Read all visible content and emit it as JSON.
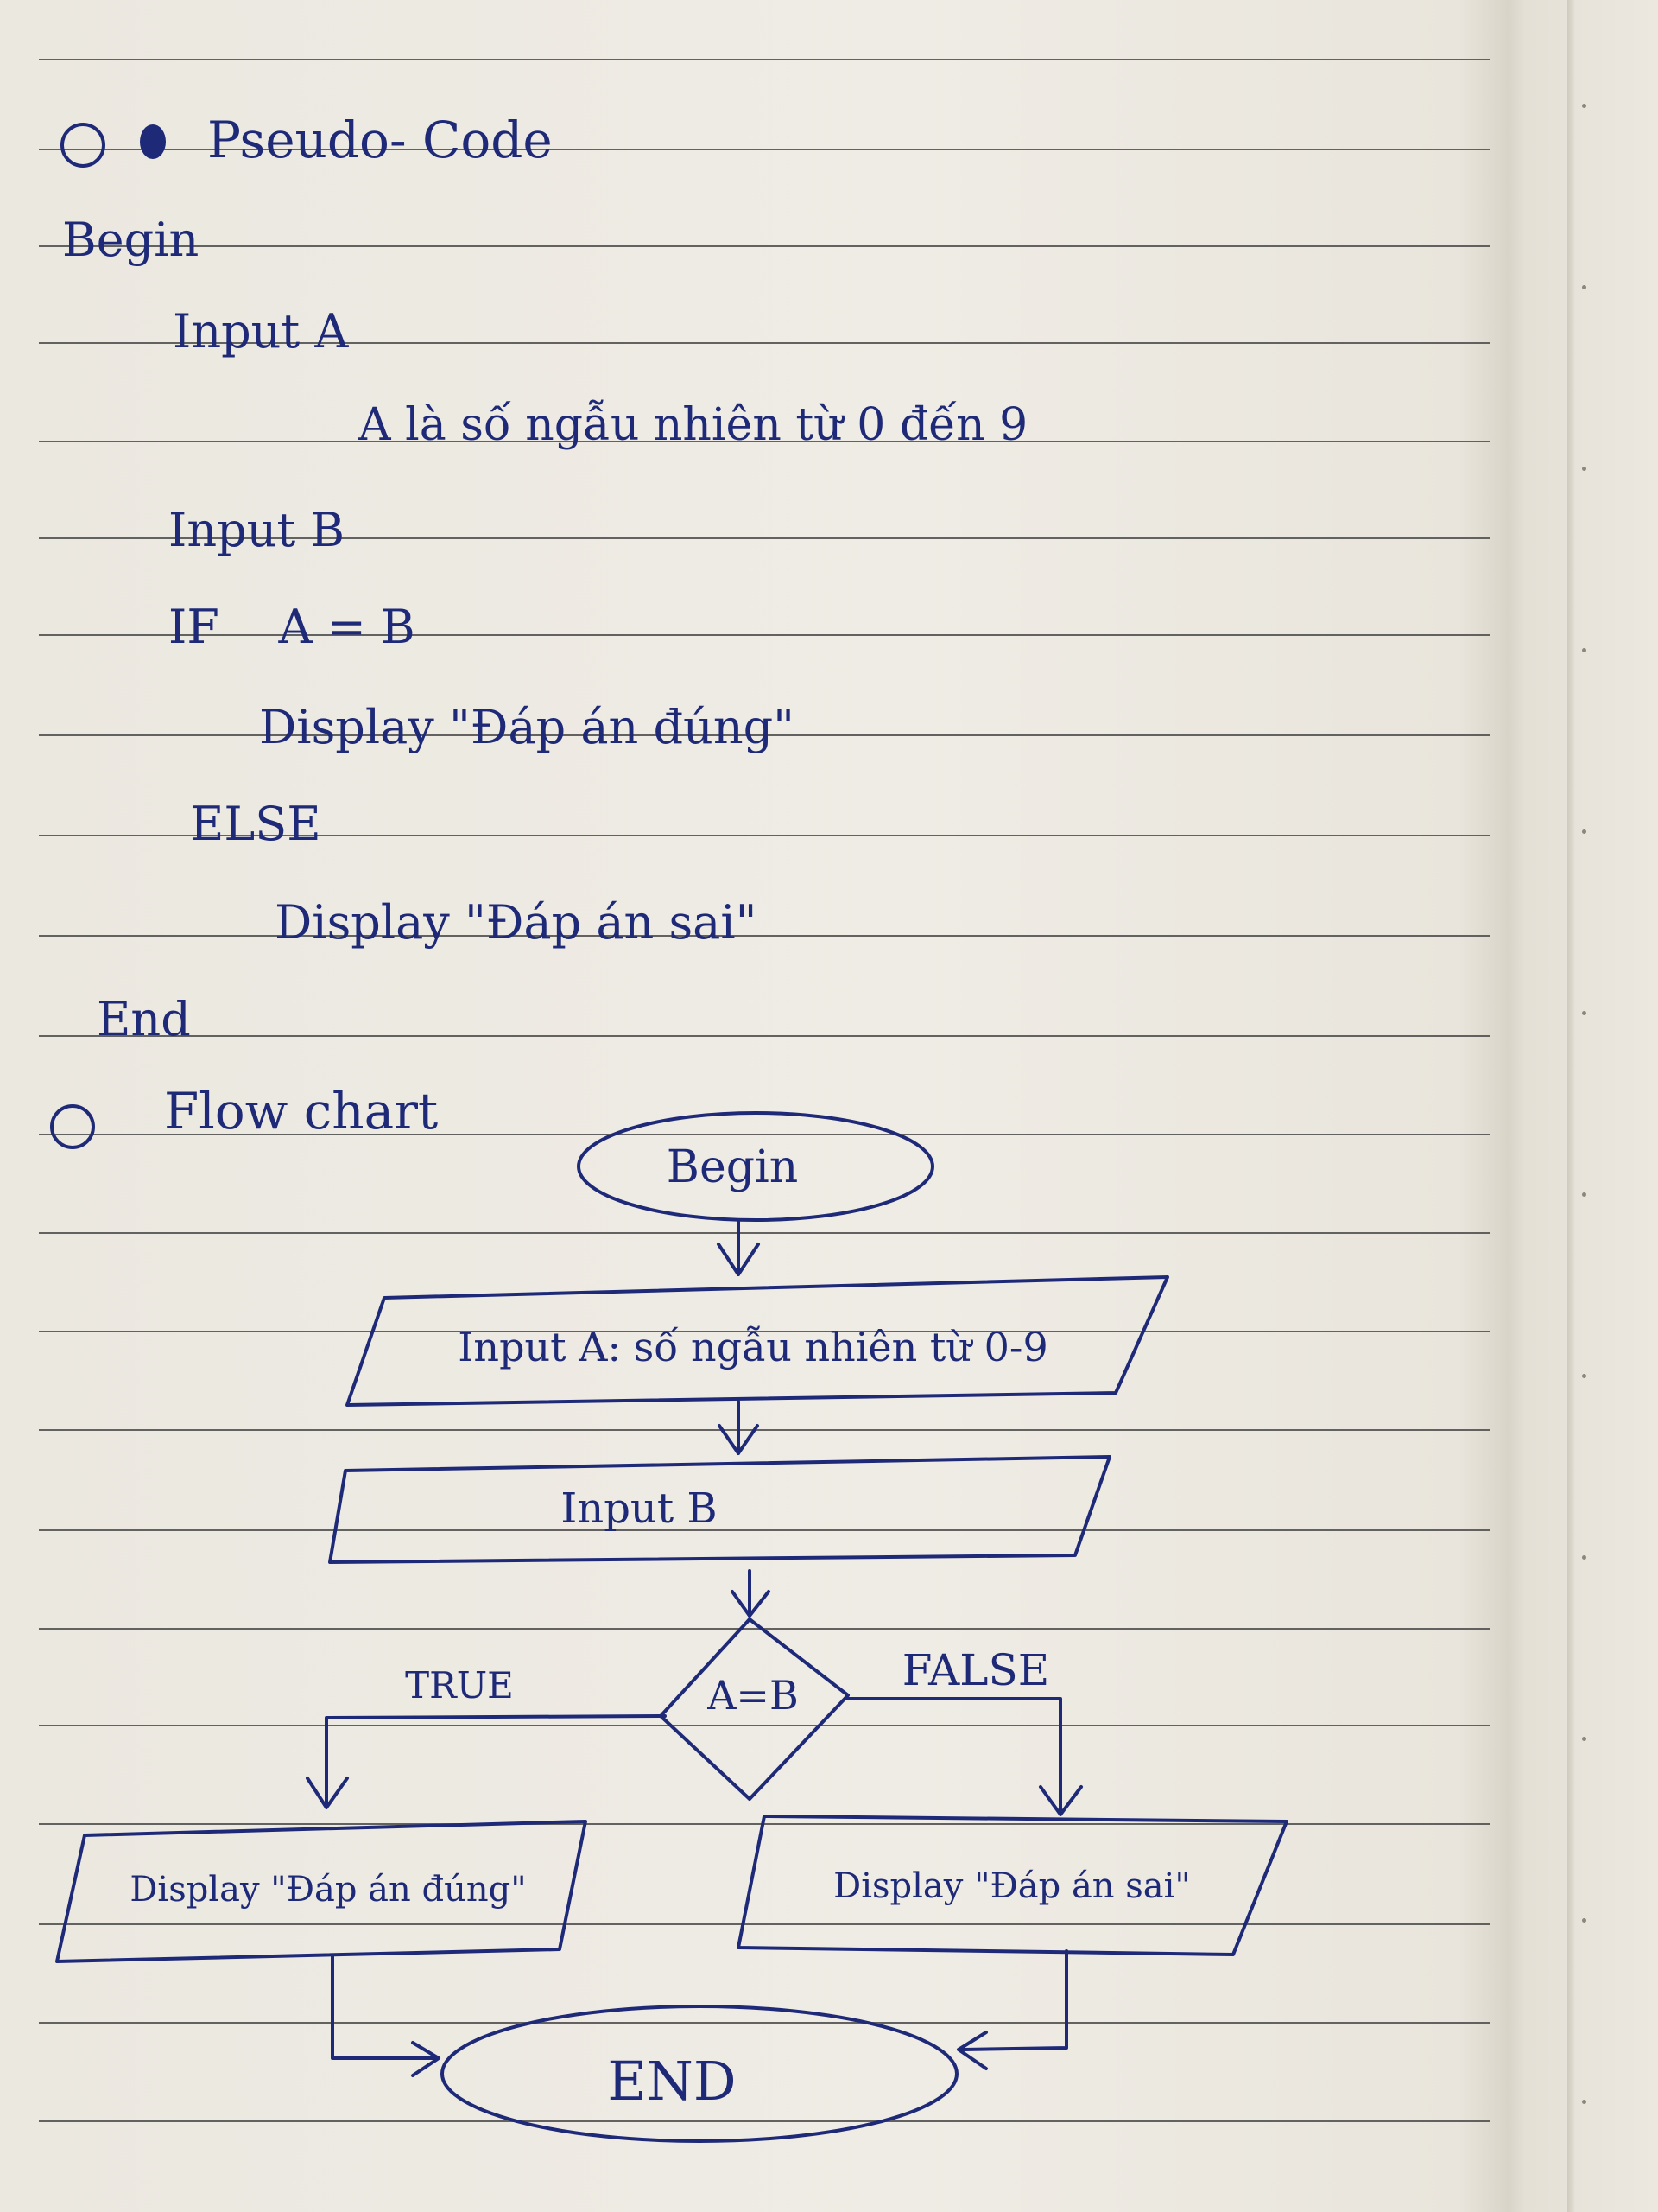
{
  "pseudocode": {
    "heading": "Pseudo- Code",
    "lines": {
      "begin": "Begin",
      "input_a": "Input A",
      "input_a_note": "A là số ngẫu nhiên từ 0 đến 9",
      "input_b": "Input B",
      "if": "IF    A = B",
      "display_true": "Display \"Đáp án đúng\"",
      "else": "ELSE",
      "display_false": "Display \"Đáp án sai\"",
      "end": "End"
    }
  },
  "flowchart": {
    "heading": "Flow chart",
    "begin": "Begin",
    "input_a": "Input A: số ngẫu nhiên từ 0-9",
    "input_b": "Input B",
    "decision": "A=B",
    "true_label": "TRUE",
    "false_label": "FALSE",
    "display_true": "Display \"Đáp án đúng\"",
    "display_false": "Display \"Đáp án sai\"",
    "end": "END"
  },
  "colors": {
    "ink": "#1e2a78",
    "paper": "#ece9e1",
    "rule": "#4a4a4a"
  }
}
